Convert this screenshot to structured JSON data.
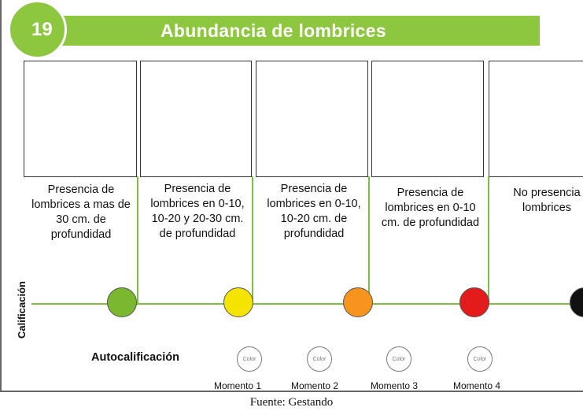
{
  "header": {
    "number": "19",
    "title": "Abundancia de lombrices"
  },
  "levels": [
    {
      "description": "Presencia de lombrices a mas de 30 cm. de profundidad",
      "color": "#7cb82f"
    },
    {
      "description": "Presencia de lombrices en 0-10, 10-20 y 20-30 cm. de profundidad",
      "color": "#f4e400"
    },
    {
      "description": "Presencia de lombrices en 0-10, 10-20 cm. de profundidad",
      "color": "#f7941d"
    },
    {
      "description": "Presencia de lombrices en 0-10 cm. de profundidad",
      "color": "#e31b1b"
    },
    {
      "description": "No presencia lombrices",
      "color": "#111111"
    }
  ],
  "axis_label": "Calificación",
  "self_rating": {
    "label": "Autocalificación",
    "circle_text": "Color",
    "moments": [
      "Momento 1",
      "Momento 2",
      "Momento 3",
      "Momento 4"
    ]
  },
  "source": "Fuente: Gestando"
}
